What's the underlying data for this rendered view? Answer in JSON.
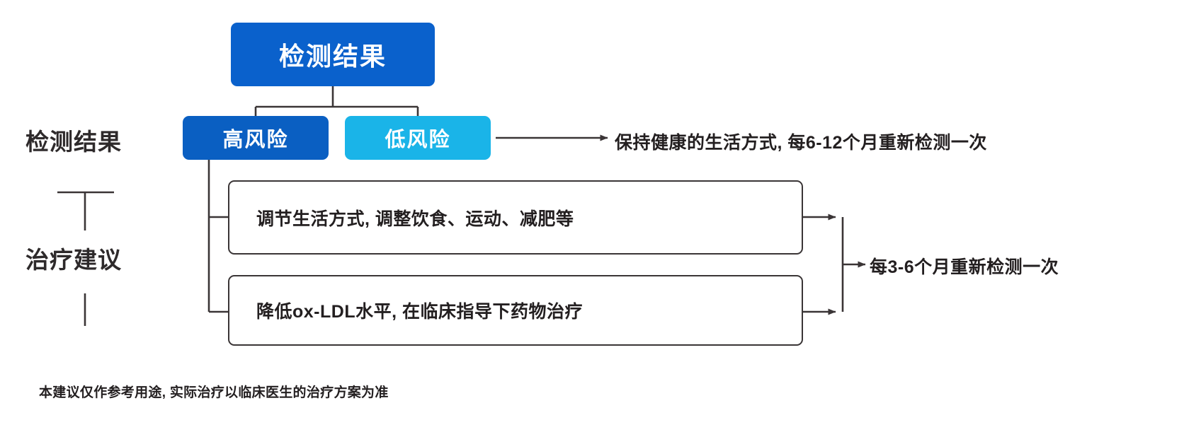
{
  "diagram": {
    "title_box": {
      "label": "检测结果"
    },
    "sections": [
      {
        "name": "detection",
        "label": "检测结果"
      },
      {
        "name": "treatment",
        "label": "治疗建议"
      }
    ],
    "risk_nodes": [
      {
        "name": "high-risk",
        "label": "高风险",
        "color": "#0a5fc2"
      },
      {
        "name": "low-risk",
        "label": "低风险",
        "color": "#1ab4e8"
      }
    ],
    "advice_boxes": [
      {
        "name": "lifestyle",
        "text": "调节生活方式, 调整饮食、运动、减肥等"
      },
      {
        "name": "drug",
        "text": "降低ox-LDL水平, 在临床指导下药物治疗"
      }
    ],
    "outcomes": [
      {
        "name": "low-risk-followup",
        "text": "保持健康的生活方式, 每6-12个月重新检测一次"
      },
      {
        "name": "high-risk-followup",
        "text": "每3-6个月重新检测一次"
      }
    ],
    "footnote": "本建议仅作参考用途, 实际治疗以临床医生的治疗方案为准",
    "colors": {
      "primary_blue": "#0a5fc2",
      "root_blue": "#0a61cc",
      "cyan": "#1ab4e8",
      "line": "#3a3536",
      "text": "#231f20"
    }
  }
}
